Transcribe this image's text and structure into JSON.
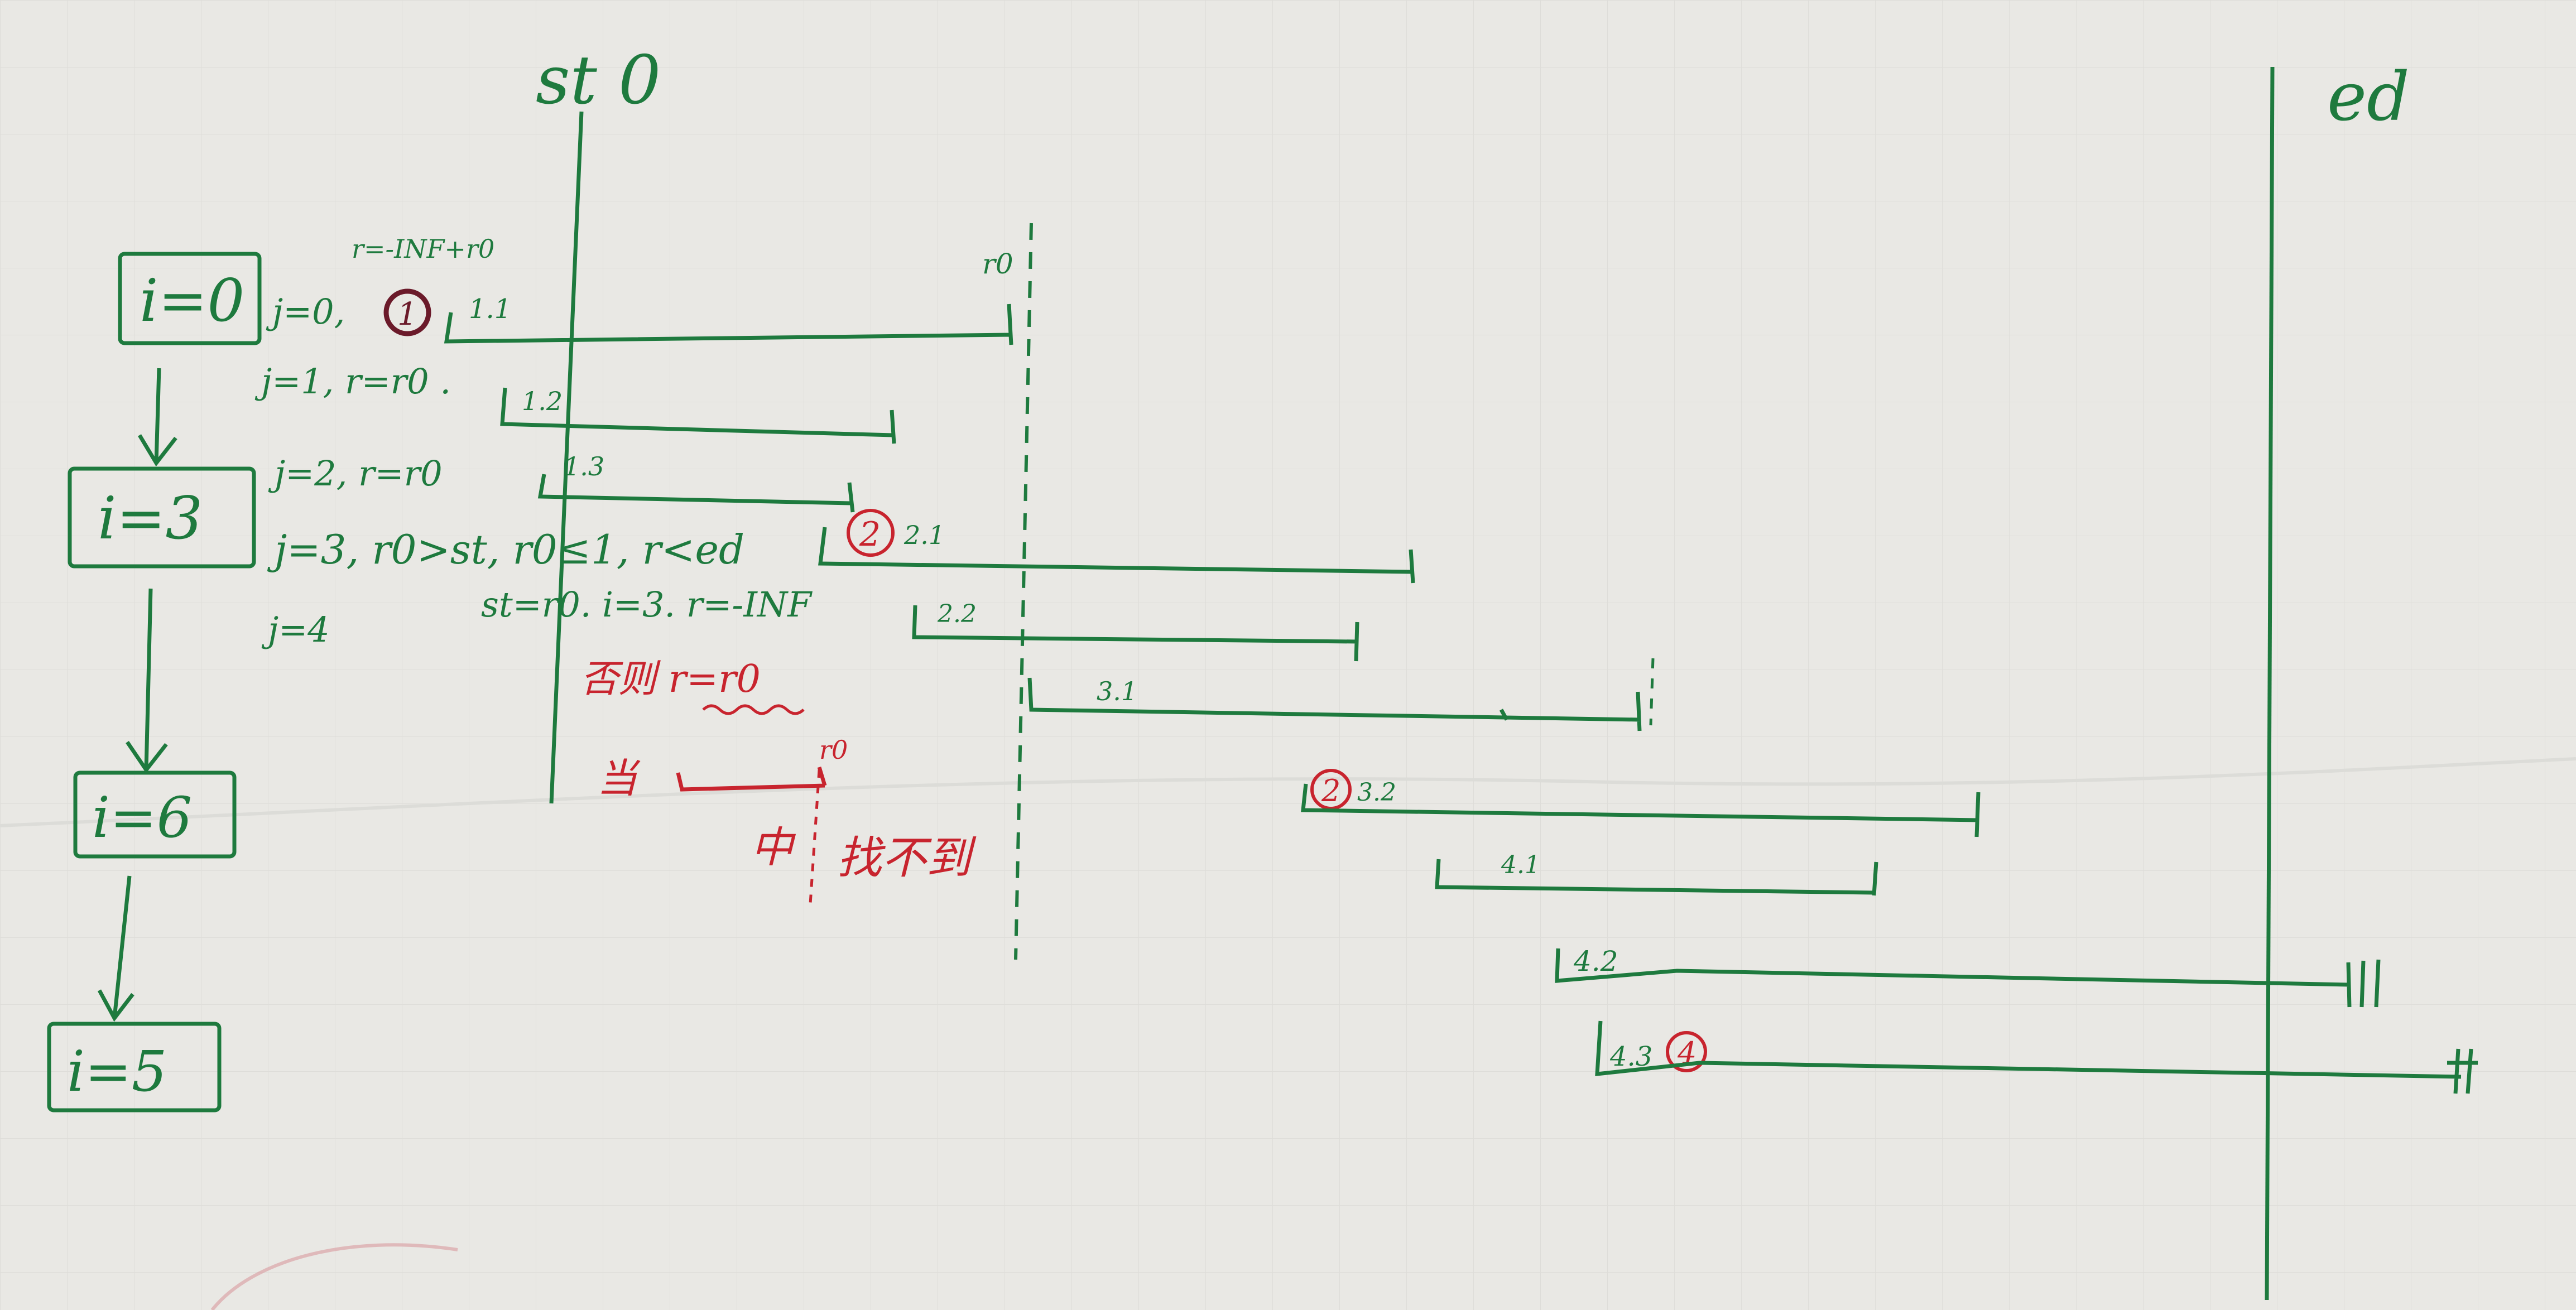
{
  "colors": {
    "paper": "#e9e8e4",
    "grid": "#d6d6d2",
    "ink_green": "#1e7a3e",
    "ink_red": "#c8242e"
  },
  "header": {
    "st_label": "st 0",
    "ed_label": "ed"
  },
  "flow_boxes": [
    {
      "label": "i=0"
    },
    {
      "label": "i=3"
    },
    {
      "label": "i=6"
    },
    {
      "label": "i=5"
    }
  ],
  "notes": {
    "r_init": "r=-INF+r0",
    "j0": "j=0,",
    "circle1": "1",
    "j1": "j=1, r=r0 .",
    "j2": "j=2, r=r0",
    "j3": "j=3, r0>st, r0≤1, r<ed",
    "st_assign": "st=r0. i=3. r=-INF",
    "j4": "j=4",
    "else_text": "否则 r=r0",
    "when_text": "当",
    "r0_small": "r0",
    "r0_top": "r0",
    "zhong": "中",
    "found_text": "找不到",
    "circle2a": "2",
    "circle2b": "2",
    "circle4": "4"
  },
  "intervals": [
    {
      "label": "1.1"
    },
    {
      "label": "1.2"
    },
    {
      "label": "1.3"
    },
    {
      "label": "2.1"
    },
    {
      "label": "2.2"
    },
    {
      "label": "3.1"
    },
    {
      "label": "3.2"
    },
    {
      "label": "4.1"
    },
    {
      "label": "4.2"
    },
    {
      "label": "4.3"
    }
  ]
}
